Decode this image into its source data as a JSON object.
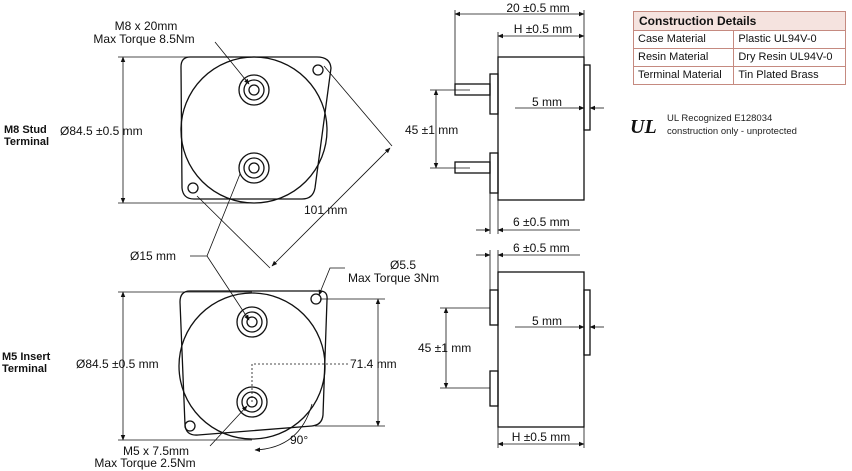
{
  "construction_details": {
    "title": "Construction Details",
    "rows": [
      {
        "label": "Case Material",
        "value": "Plastic UL94V-0"
      },
      {
        "label": "Resin Material",
        "value": "Dry Resin UL94V-0"
      },
      {
        "label": "Terminal Material",
        "value": "Tin Plated Brass"
      }
    ]
  },
  "ul_mark": {
    "symbol": "UL",
    "line1": "UL Recognized E128034",
    "line2": "construction only -  unprotected"
  },
  "m8": {
    "label_line1": "M8 Stud",
    "label_line2": "Terminal",
    "terminal_note_1": "M8 x 20mm",
    "terminal_note_2": "Max Torque 8.5Nm",
    "diameter": "Ø84.5 ±0.5 mm",
    "diagonal": "101 mm",
    "side_width": "20 ±0.5 mm",
    "side_height": "H ±0.5 mm",
    "side_spacing": "45 ±1 mm",
    "side_boss": "5 mm",
    "side_terminal": "6 ±0.5 mm"
  },
  "shared": {
    "hole_dia": "Ø15 mm"
  },
  "m5": {
    "label_line1": "M5 Insert",
    "label_line2": "Terminal",
    "mount_hole_1": "Ø5.5",
    "mount_hole_2": "Max Torque 3Nm",
    "diameter": "Ø84.5 ±0.5 mm",
    "height": "71.4 mm",
    "angle": "90°",
    "terminal_note_1": "M5 x 7.5mm",
    "terminal_note_2": "Max Torque 2.5Nm",
    "side_terminal": "6 ±0.5 mm",
    "side_boss": "5 mm",
    "side_spacing": "45 ±1 mm",
    "side_height": "H ±0.5 mm"
  }
}
